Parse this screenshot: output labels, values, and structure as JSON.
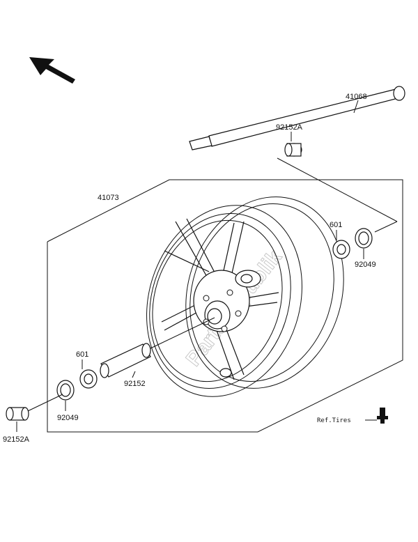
{
  "watermark": "PartsRepublik",
  "labels": {
    "axle": "41068",
    "collar_top": "92152A",
    "wheel": "41073",
    "bearing_right": "601",
    "seal_right": "92049",
    "bearing_left": "601",
    "spacer": "92152",
    "seal_left": "92049",
    "collar_bottom": "92152A",
    "ref_tires": "Ref.Tires"
  },
  "icons": {
    "direction_arrow": "front-direction-arrow-icon"
  }
}
